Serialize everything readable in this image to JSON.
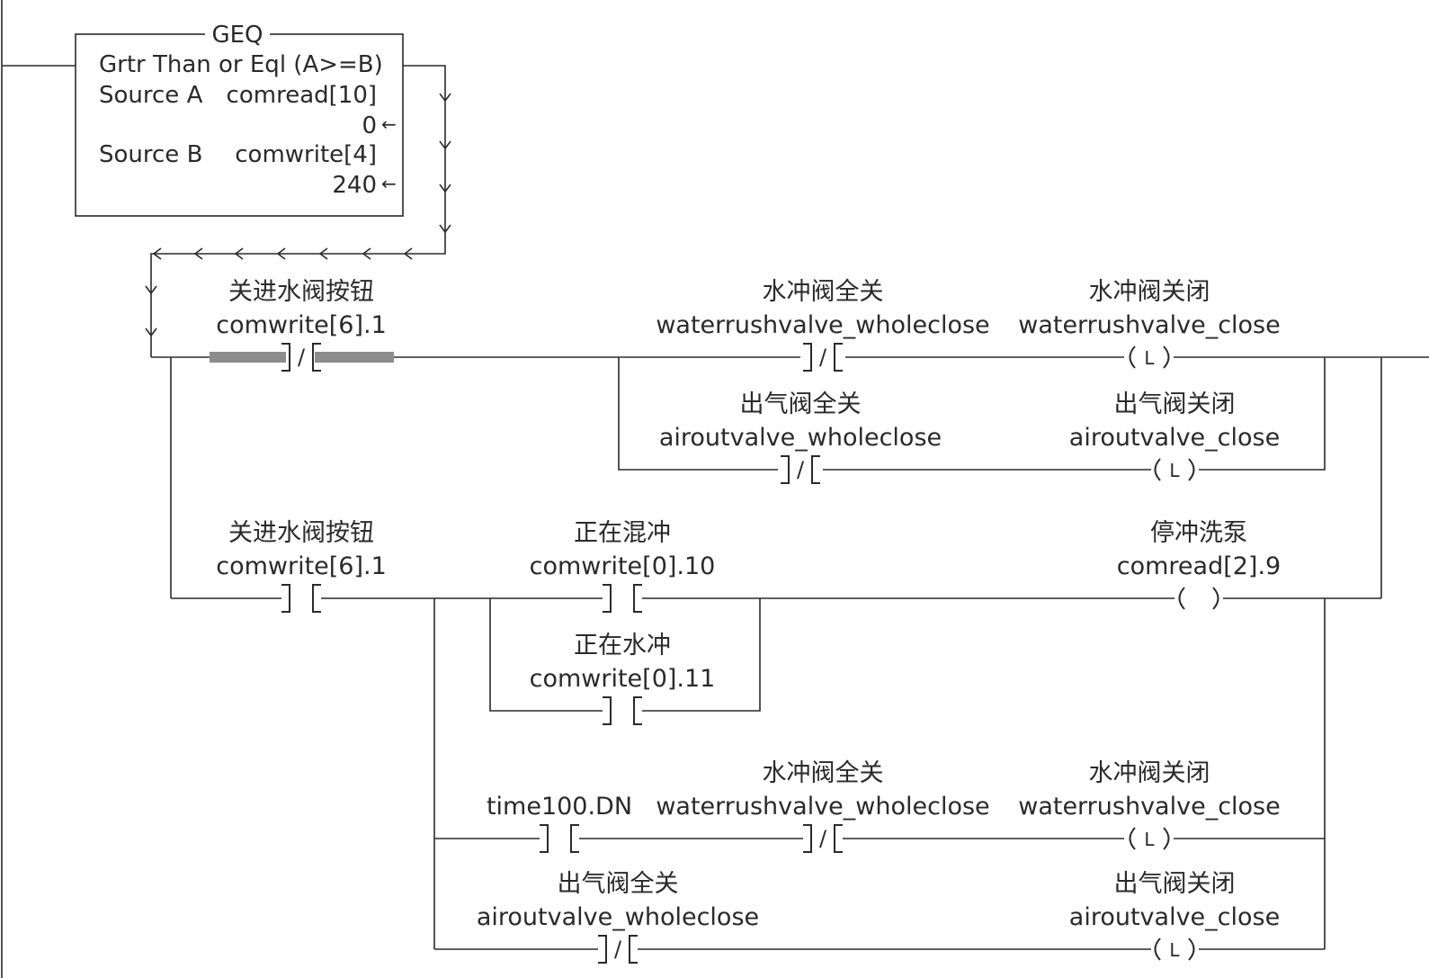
{
  "geq": {
    "title": "GEQ",
    "description": "Grtr Than or Eql (A>=B)",
    "source_a_label": "Source A",
    "source_a_tag": "comread[10]",
    "source_a_value": "0",
    "source_b_label": "Source B",
    "source_b_tag": "comwrite[4]",
    "source_b_value": "240"
  },
  "row1": {
    "contact1": {
      "desc": "关进水阀按钮",
      "tag": "comwrite[6].1",
      "type": "XIO"
    },
    "branch_a": {
      "contact": {
        "desc": "水冲阀全关",
        "tag": "waterrushvalve_wholeclose",
        "type": "XIO"
      },
      "coil": {
        "desc": "水冲阀关闭",
        "tag": "waterrushvalve_close",
        "type": "OTL"
      }
    },
    "branch_b": {
      "contact": {
        "desc": "出气阀全关",
        "tag": "airoutvalve_wholeclose",
        "type": "XIO"
      },
      "coil": {
        "desc": "出气阀关闭",
        "tag": "airoutvalve_close",
        "type": "OTL"
      }
    }
  },
  "row2": {
    "contact1": {
      "desc": "关进水阀按钮",
      "tag": "comwrite[6].1",
      "type": "XIC"
    },
    "contact2": {
      "desc": "正在混冲",
      "tag": "comwrite[0].10",
      "type": "XIC"
    },
    "contact3": {
      "desc": "正在水冲",
      "tag": "comwrite[0].11",
      "type": "XIC"
    },
    "coil": {
      "desc": "停冲洗泵",
      "tag": "comread[2].9",
      "type": "OTE"
    }
  },
  "row3": {
    "timer_contact": {
      "tag": "time100.DN",
      "type": "XIC"
    },
    "contact": {
      "desc": "水冲阀全关",
      "tag": "waterrushvalve_wholeclose",
      "type": "XIO"
    },
    "coil": {
      "desc": "水冲阀关闭",
      "tag": "waterrushvalve_close",
      "type": "OTL"
    }
  },
  "row4": {
    "contact": {
      "desc": "出气阀全关",
      "tag": "airoutvalve_wholeclose",
      "type": "XIO"
    },
    "coil": {
      "desc": "出气阀关闭",
      "tag": "airoutvalve_close",
      "type": "OTL"
    }
  },
  "symbols": {
    "xio_slash": "/",
    "latch_letter": "L"
  }
}
